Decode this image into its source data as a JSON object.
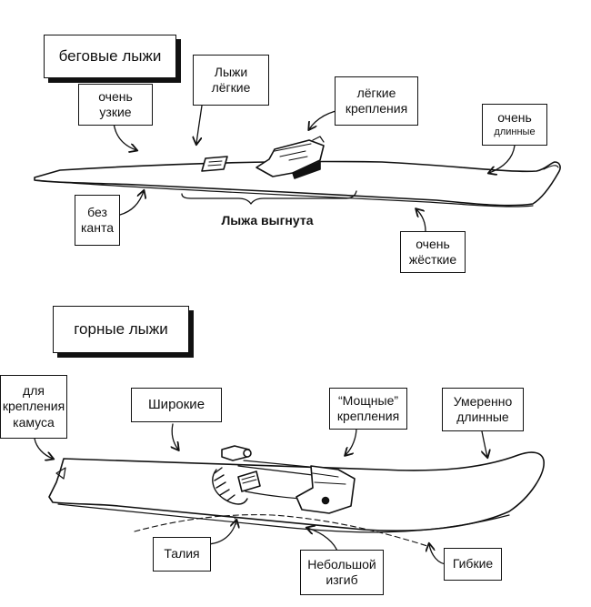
{
  "top": {
    "title": "беговые лыжи",
    "labels": {
      "narrow_1": "очень",
      "narrow_2": "узкие",
      "light_1": "Лыжи",
      "light_2": "лёгкие",
      "bindings_1": "лёгкие",
      "bindings_2": "крепления",
      "long_1": "очень",
      "long_2": "длинные",
      "no_edge_1": "без",
      "no_edge_2": "канта",
      "camber": "Лыжа выгнута",
      "stiff_1": "очень",
      "stiff_2": "жёсткие"
    }
  },
  "bottom": {
    "title": "горные лыжи",
    "labels": {
      "skin_1": "для",
      "skin_2": "крепления",
      "skin_3": "камуса",
      "wide": "Широкие",
      "power_1": "“Мощные”",
      "power_2": "крепления",
      "moderate_1": "Умеренно",
      "moderate_2": "длинные",
      "waist": "Талия",
      "small_1": "Небольшой",
      "small_2": "изгиб",
      "flex": "Гибкие"
    }
  }
}
